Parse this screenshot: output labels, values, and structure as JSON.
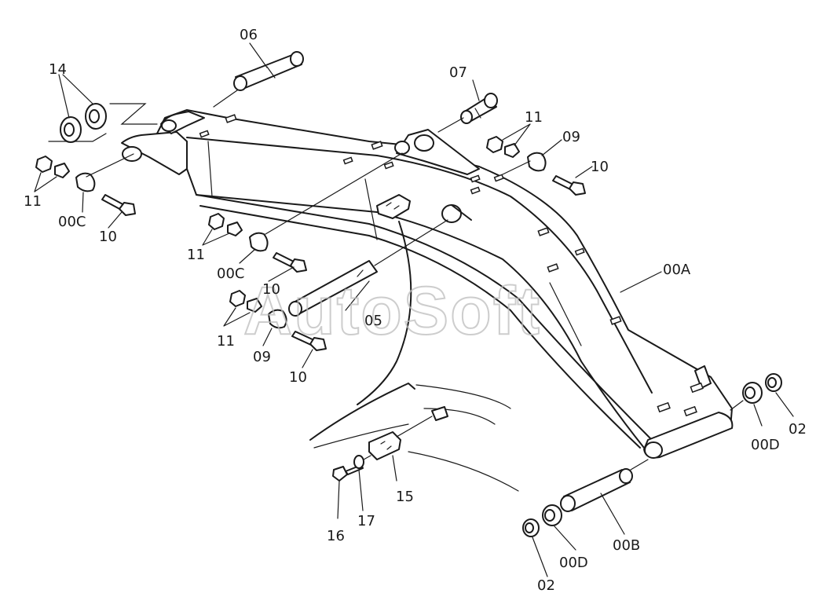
{
  "watermark": "AutoSoft",
  "labels": {
    "l06": "06",
    "l14": "14",
    "l07": "07",
    "l11a": "11",
    "l09a": "09",
    "l10a": "10",
    "l11b": "11",
    "l00c_a": "00C",
    "l10b": "10",
    "l11c": "11",
    "l00c_b": "00C",
    "l10c": "10",
    "l05": "05",
    "l11d": "11",
    "l09b": "09",
    "l10d": "10",
    "l00a": "00A",
    "l00d_a": "00D",
    "l02a": "02",
    "l15": "15",
    "l16": "16",
    "l17": "17",
    "l00b": "00B",
    "l00d_b": "00D",
    "l02b": "02"
  }
}
